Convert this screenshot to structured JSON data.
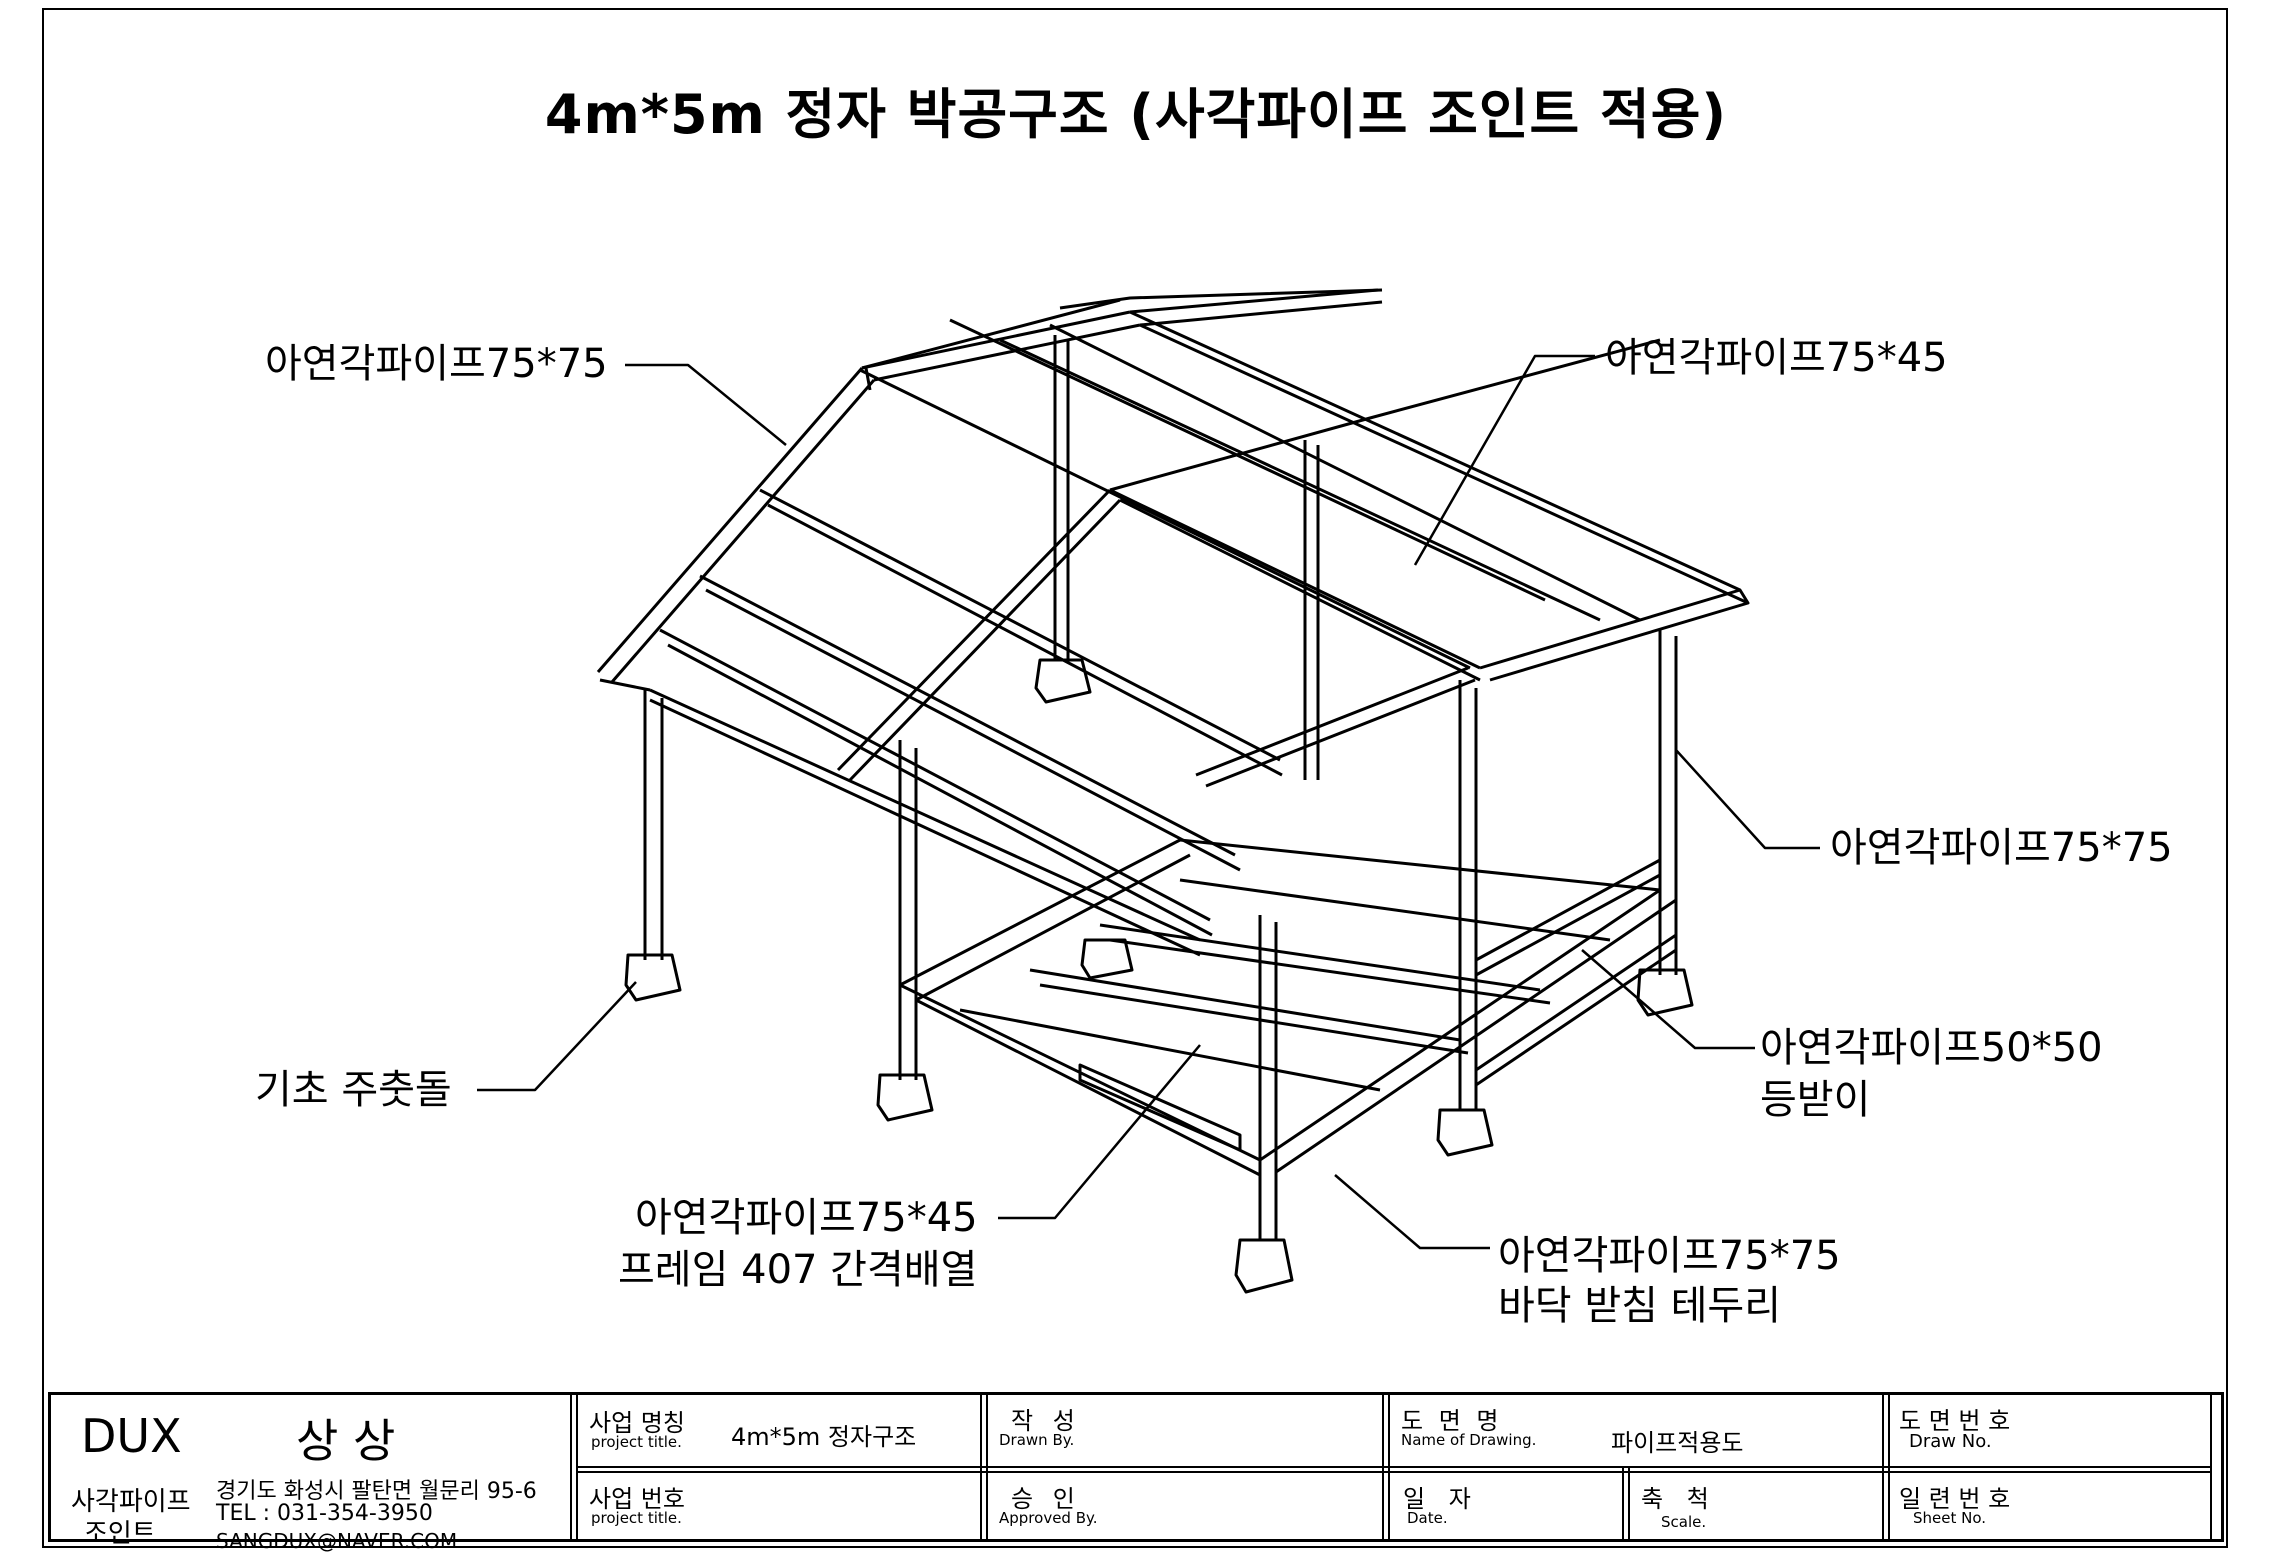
{
  "title": "4m*5m 정자 박공구조 (사각파이프 조인트 적용)",
  "callouts": {
    "top_left": "아연각파이프75*75",
    "top_right": "아연각파이프75*45",
    "right_post": "아연각파이프75*75",
    "backrest_1": "아연각파이프50*50",
    "backrest_2": "등받이",
    "foundation": "기초 주춧돌",
    "frame_1": "아연각파이프75*45",
    "frame_2": "프레임 407 간격배열",
    "floor_1": "아연각파이프75*75",
    "floor_2": "바닥 받침 테두리"
  },
  "title_block": {
    "brand": "DUX",
    "company": "상 상",
    "brand_sub1": "사각파이프",
    "brand_sub2": "조인트",
    "address": "경기도 화성시 팔탄면 월문리 95-6",
    "tel": "TEL : 031-354-3950",
    "email": "SANGDUX@NAVER.COM",
    "project_name_kr": "사업 명칭",
    "project_name_en": "project title.",
    "project_name_value": "4m*5m 정자구조",
    "project_no_kr": "사업 번호",
    "project_no_en": "project title.",
    "drawn_kr": "작 성",
    "drawn_en": "Drawn By.",
    "approved_kr": "승 인",
    "approved_en": "Approved By.",
    "drawing_name_kr": "도 면 명",
    "drawing_name_en": "Name of Drawing.",
    "drawing_name_value": "파이프적용도",
    "date_kr": "일 자",
    "date_en": "Date.",
    "scale_kr": "축 척",
    "scale_en": "Scale.",
    "draw_no_kr": "도 면 번 호",
    "draw_no_en": "Draw No.",
    "sheet_no_kr": "일 련 번 호",
    "sheet_no_en": "Sheet No."
  }
}
